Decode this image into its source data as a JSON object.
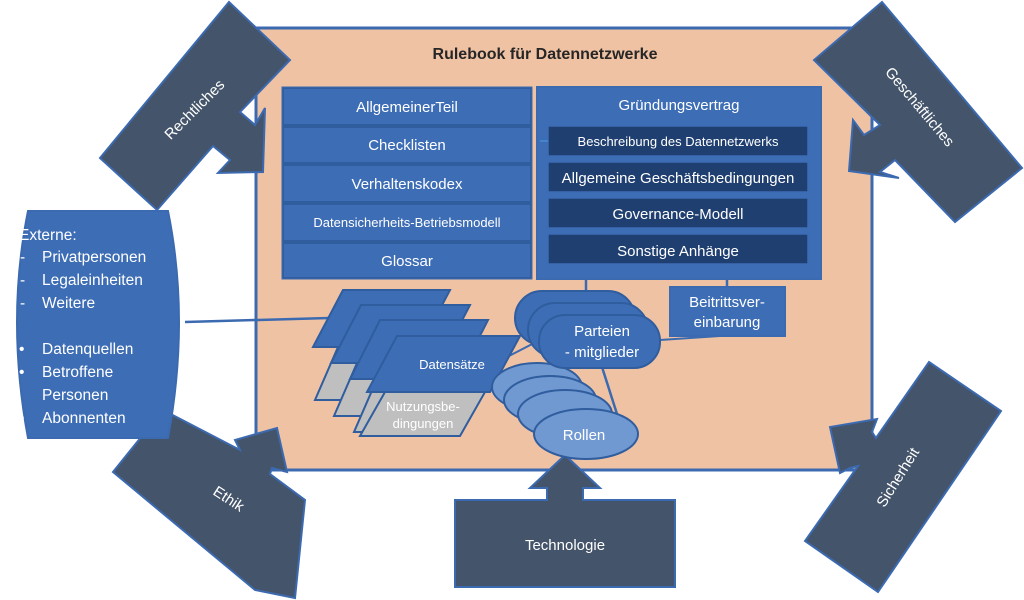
{
  "diagram": {
    "title": "Rulebook für Datennetzwerke",
    "colors": {
      "frame_fill": "#F0C2A4",
      "frame_stroke": "#3C6AB0",
      "box_blue": "#3D6DB5",
      "box_dark": "#1F3F70",
      "light_blue": "#7199D1",
      "gray": "#BFBFBF",
      "arrow_fill": "#44546A",
      "line": "#3C6AB0"
    },
    "left_column": {
      "items": [
        "AllgemeinerTeil",
        "Checklisten",
        "Verhaltenskodex",
        "Datensicherheits-Betriebsmodell",
        "Glossar"
      ]
    },
    "right_column": {
      "header": "Gründungsvertrag",
      "items": [
        "Beschreibung des Datennetzwerks",
        "Allgemeine Geschäftsbedingungen",
        "Governance-Modell",
        "Sonstige Anhänge"
      ]
    },
    "beitritt": {
      "line1": "Beitrittsver-",
      "line2": "einbarung"
    },
    "parteien": {
      "line1": "Parteien",
      "line2": "- mitglieder"
    },
    "rollen": "Rollen",
    "datensaetze": "Datensätze",
    "nutzung": {
      "line1": "Nutzungsbe-",
      "line2": "dingungen"
    },
    "externe": {
      "heading": "Externe:",
      "dash_items": [
        "Privatpersonen",
        "Legaleinheiten",
        "Weitere"
      ],
      "bullet_items": [
        "Datenquellen",
        "Betroffene",
        "Personen",
        "Abonnenten"
      ],
      "dash_marker": "-",
      "bullet_marker": "•"
    },
    "arrows": {
      "rechtliches": "Rechtliches",
      "geschaeftliches": "Geschäftliches",
      "ethik": "Ethik",
      "sicherheit": "Sicherheit",
      "technologie": "Technologie"
    }
  }
}
